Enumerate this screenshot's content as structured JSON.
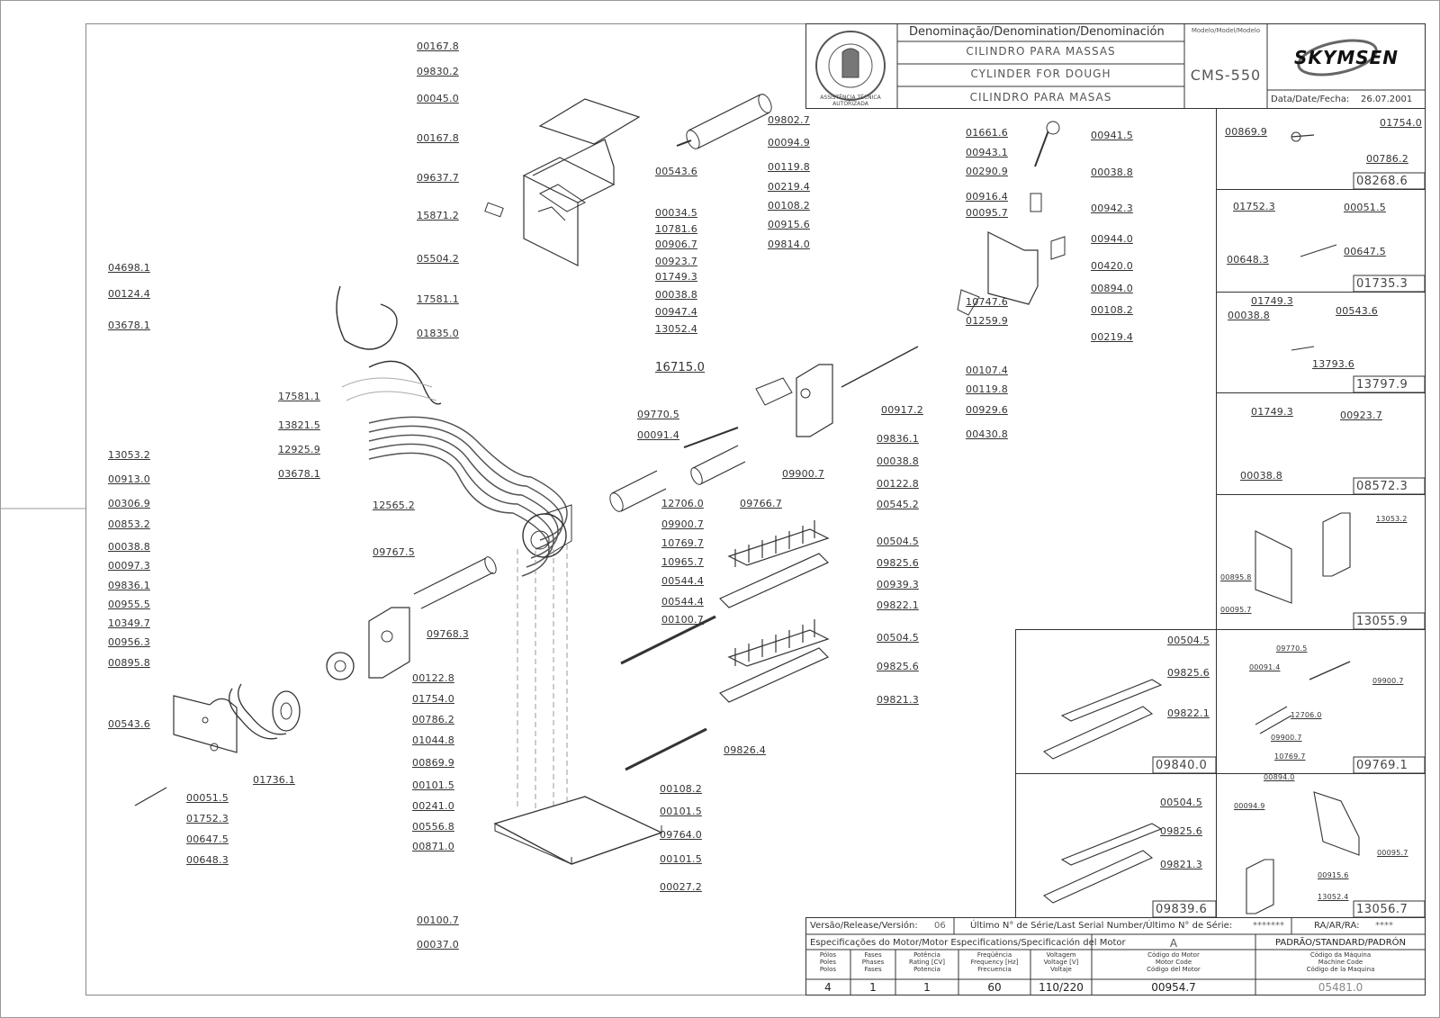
{
  "title_block": {
    "denomination_header": "Denominação/Denomination/Denominación",
    "names": [
      "CILINDRO PARA MASSAS",
      "CYLINDER FOR DOUGH",
      "CILINDRO PARA MASAS"
    ],
    "model_header": "Modelo/Model/Modelo",
    "model": "CMS-550",
    "brand": "SKYMSEN",
    "date_label": "Data/Date/Fecha:",
    "date": "26.07.2001",
    "seal_text": "ASSISTÊNCIA TÉCNICA AUTORIZADA"
  },
  "release_block": {
    "version_label": "Versão/Release/Versión:",
    "version": "06",
    "serial_label": "Último N° de Série/Last Serial Number/Último N° de Série:",
    "serial": "*******",
    "ra_label": "RA/AR/RA:",
    "ra": "****",
    "motor_spec_label": "Especificações do Motor/Motor Especifications/Specificación del Motor",
    "motor_group": "A",
    "standard_label": "PADRÃO/STANDARD/PADRÓN",
    "columns": [
      [
        "Pólos",
        "Poles",
        "Polos"
      ],
      [
        "Fases",
        "Phases",
        "Fases"
      ],
      [
        "Potência",
        "Rating [CV]",
        "Potencia"
      ],
      [
        "Freqüência",
        "Frequency [Hz]",
        "Frecuencia"
      ],
      [
        "Voltagem",
        "Voltage [V]",
        "Voltaje"
      ],
      [
        "Código do Motor",
        "Motor Code",
        "Código del Motor"
      ],
      [
        "Código da Máquina",
        "Machine Code",
        "Código de la Maquina"
      ]
    ],
    "values": [
      "4",
      "1",
      "1",
      "60",
      "110/220",
      "00954.7",
      "05481.0"
    ]
  },
  "callouts": [
    "00167.8",
    "09830.2",
    "00045.0",
    "00167.8",
    "09637.7",
    "15871.2",
    "00543.6",
    "09802.7",
    "04698.1",
    "00124.4",
    "03678.1",
    "05504.2",
    "17581.1",
    "01835.0",
    "17581.1",
    "13821.5",
    "12925.9",
    "03678.1",
    "13053.2",
    "00913.0",
    "00306.9",
    "00853.2",
    "00038.8",
    "00097.3",
    "09836.1",
    "00955.5",
    "10349.7",
    "00956.3",
    "00895.8",
    "00543.6",
    "00051.5",
    "01752.3",
    "00647.5",
    "00648.3",
    "01736.1",
    "12565.2",
    "09767.5",
    "09768.3",
    "00122.8",
    "01754.0",
    "00786.2",
    "01044.8",
    "00869.9",
    "00101.5",
    "00241.0",
    "00556.8",
    "00871.0",
    "00034.5",
    "10781.6",
    "00906.7",
    "00923.7",
    "01749.3",
    "00038.8",
    "00947.4",
    "13052.4",
    "16715.0",
    "09770.5",
    "00091.4",
    "12706.0",
    "09900.7",
    "10769.7",
    "10965.7",
    "00544.4",
    "00544.4",
    "00100.7",
    "09766.7",
    "09900.7",
    "09836.1",
    "00038.8",
    "00122.8",
    "00545.2",
    "00917.2",
    "00094.9",
    "00119.8",
    "00219.4",
    "00108.2",
    "00915.6",
    "09814.0",
    "01661.6",
    "00943.1",
    "00290.9",
    "00916.4",
    "00095.7",
    "10747.6",
    "01259.9",
    "00941.5",
    "00038.8",
    "00942.3",
    "00944.0",
    "00420.0",
    "00894.0",
    "00108.2",
    "00219.4",
    "00107.4",
    "00119.8",
    "00929.6",
    "00430.8",
    "00504.5",
    "09825.6",
    "00939.3",
    "09822.1",
    "00504.5",
    "09825.6",
    "09821.3",
    "09826.4",
    "00108.2",
    "00101.5",
    "09764.0",
    "00101.5",
    "00027.2",
    "00100.7",
    "00037.0"
  ],
  "kits": [
    {
      "code": "08268.6",
      "parts": [
        "00869.9",
        "01754.0",
        "00786.2"
      ]
    },
    {
      "code": "01735.3",
      "parts": [
        "01752.3",
        "00051.5",
        "00648.3",
        "00647.5"
      ]
    },
    {
      "code": "13797.9",
      "parts": [
        "01749.3",
        "00543.6",
        "00038.8",
        "13793.6"
      ]
    },
    {
      "code": "08572.3",
      "parts": [
        "01749.3",
        "00923.7",
        "00038.8"
      ]
    },
    {
      "code": "13055.9",
      "parts": [
        "13053.2",
        "00895.8",
        "00095.7"
      ]
    },
    {
      "code": "09840.0",
      "parts": [
        "00504.5",
        "09825.6",
        "09822.1"
      ]
    },
    {
      "code": "09769.1",
      "parts": [
        "09770.5",
        "00091.4",
        "09900.7",
        "12706.0",
        "09900.7",
        "10769.7"
      ]
    },
    {
      "code": "09839.6",
      "parts": [
        "00504.5",
        "09825.6",
        "09821.3"
      ]
    },
    {
      "code": "13056.7",
      "parts": [
        "00894.0",
        "00094.9",
        "00095.7",
        "00915.6",
        "13052.4"
      ]
    }
  ]
}
